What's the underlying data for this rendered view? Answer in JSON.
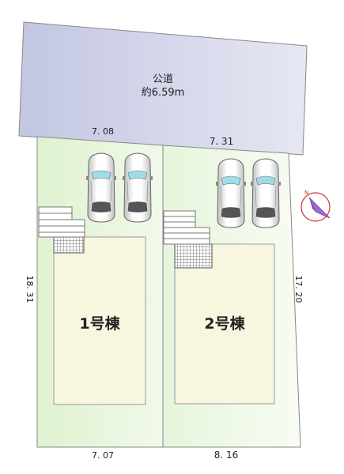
{
  "road": {
    "label": "公道",
    "width": "約6.59m"
  },
  "dimensions": {
    "lot1_top": "7. 08",
    "lot2_top": "7. 31",
    "lot1_bottom": "7. 07",
    "lot2_bottom": "8. 16",
    "left_side": "18. 31",
    "right_side": "17. 20"
  },
  "buildings": [
    {
      "label": "1号棟"
    },
    {
      "label": "2号棟"
    }
  ],
  "colors": {
    "road": "#c6c9e3",
    "lot1": "#e3f3d6",
    "lot2": "#eef8e7",
    "building": "#f8f6df",
    "compass_fill": "#a06ad9",
    "compass_ring": "#cc3333"
  },
  "icons": [
    "car-icon",
    "stairs-icon",
    "grid-deck-icon",
    "compass-icon"
  ]
}
